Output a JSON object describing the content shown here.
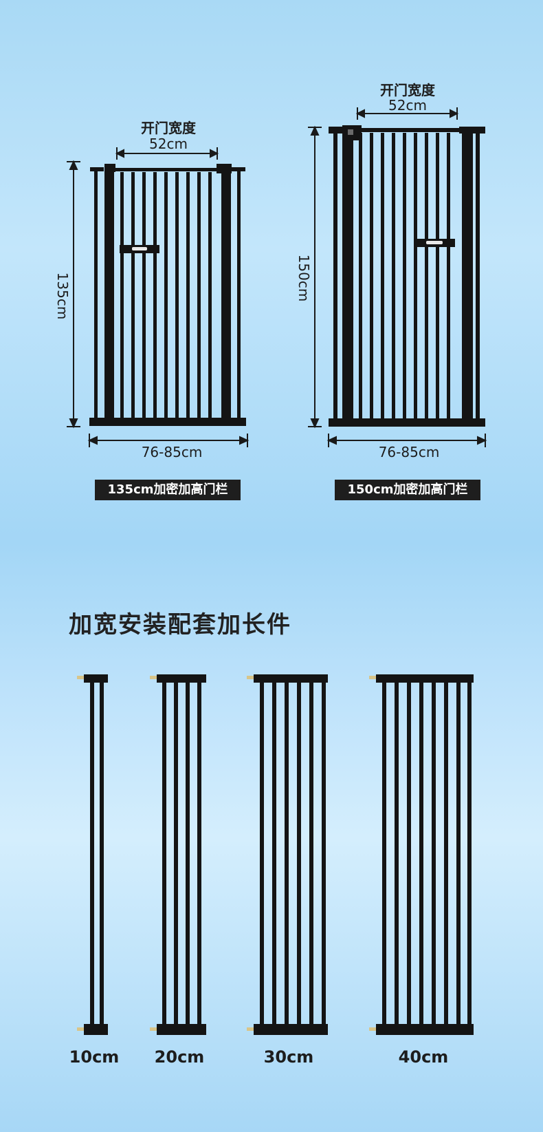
{
  "gates": [
    {
      "opening_title": "开门宽度",
      "opening_width": "52cm",
      "height": "135cm",
      "width_range": "76-85cm",
      "badge": "135cm加密加高门栏"
    },
    {
      "opening_title": "开门宽度",
      "opening_width": "52cm",
      "height": "150cm",
      "width_range": "76-85cm",
      "badge": "150cm加密加高门栏"
    }
  ],
  "extensions": {
    "title": "加宽安装配套加长件",
    "items": [
      {
        "label": "10cm"
      },
      {
        "label": "20cm"
      },
      {
        "label": "30cm"
      },
      {
        "label": "40cm"
      }
    ]
  },
  "colors": {
    "metal": "#141414",
    "badge_bg": "#1e1e1e",
    "badge_text": "#ffffff"
  }
}
